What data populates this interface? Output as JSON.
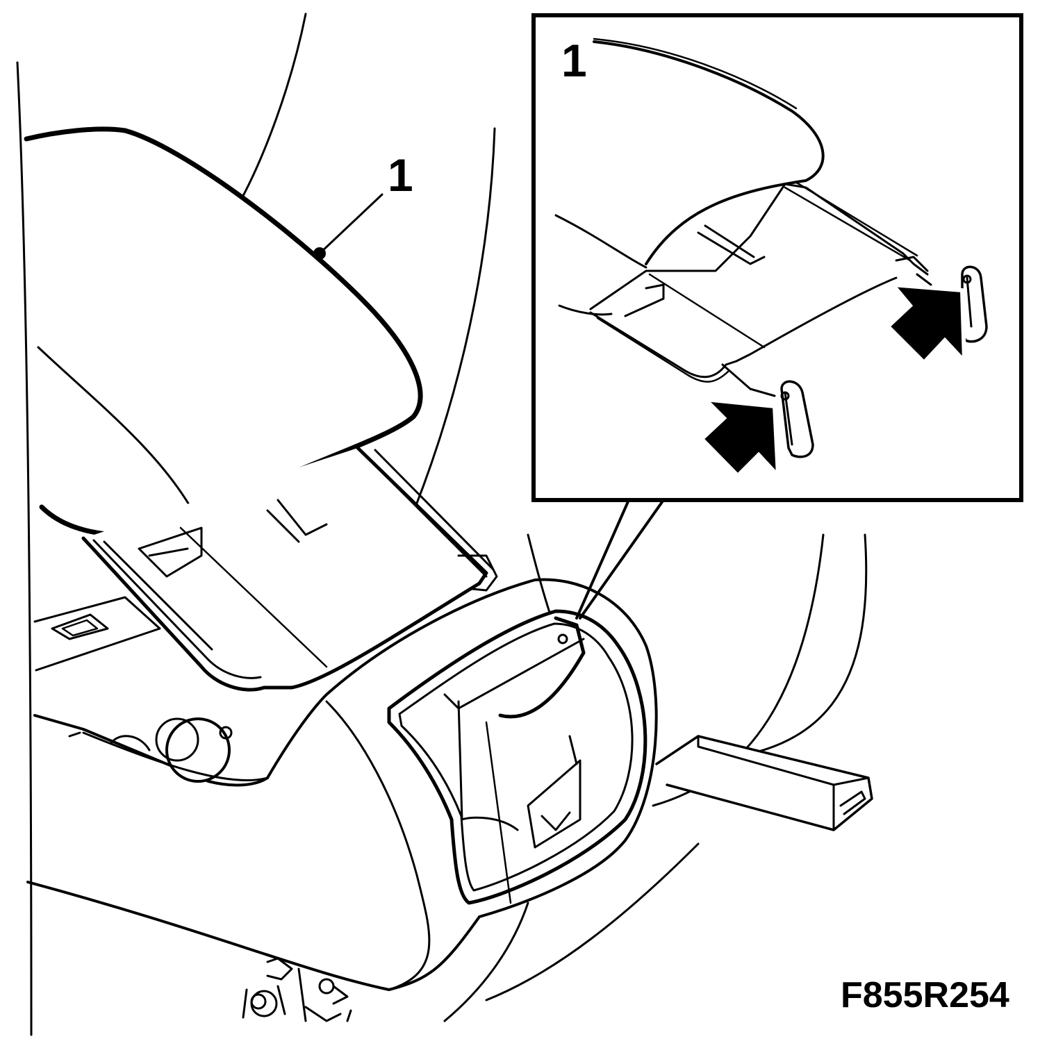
{
  "diagram": {
    "callout_main": "1",
    "callout_inset": "1",
    "figure_code": "F855R254"
  },
  "colors": {
    "ink": "#000000",
    "paper": "#ffffff"
  }
}
